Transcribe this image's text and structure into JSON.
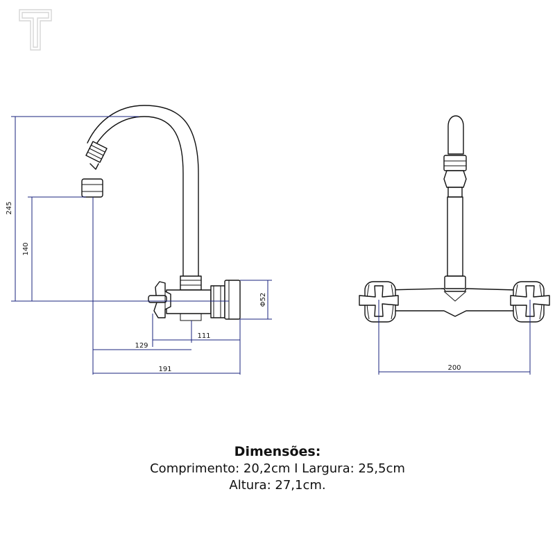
{
  "side_view": {
    "dim_overall_height": "245",
    "dim_outlet_height": "140",
    "dim_body_diameter": "Φ52",
    "dim_handle_to_wall": "129",
    "dim_body_to_wall": "111",
    "dim_total_reach": "191"
  },
  "front_view": {
    "dim_width": "200"
  },
  "caption": {
    "title": "Dimensões:",
    "line1": "Comprimento: 20,2cm I Largura: 25,5cm",
    "line2": "Altura: 27,1cm."
  }
}
